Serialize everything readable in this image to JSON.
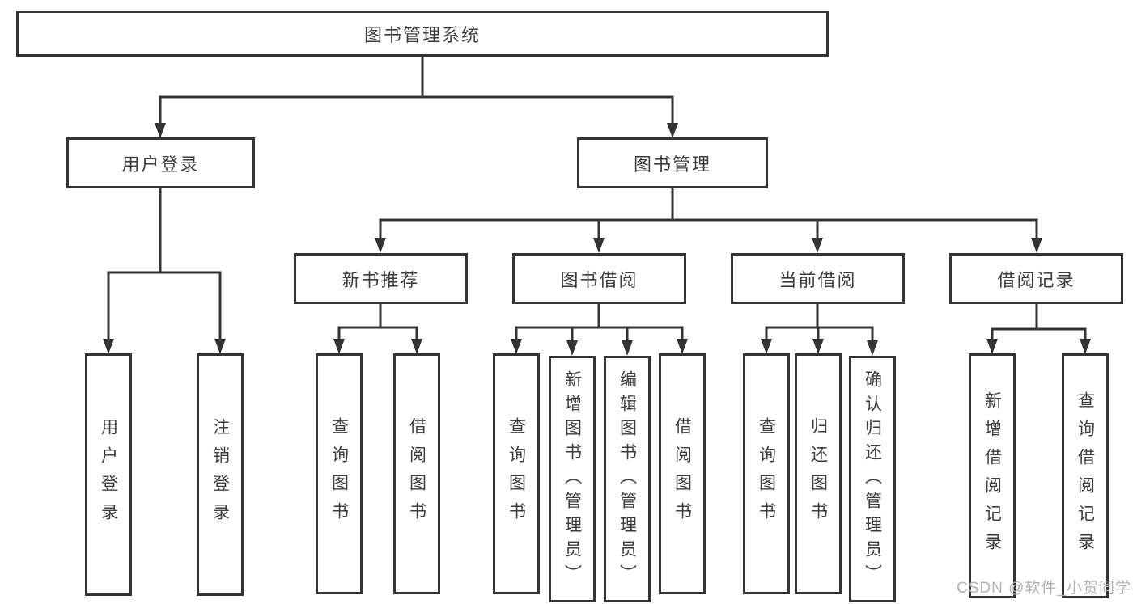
{
  "diagram": {
    "type": "hierarchy",
    "title": "图书管理系统",
    "branches": [
      {
        "label": "用户登录",
        "children": [
          {
            "label": "用户登录"
          },
          {
            "label": "注销登录"
          }
        ]
      },
      {
        "label": "图书管理",
        "sections": [
          {
            "label": "新书推荐",
            "children": [
              {
                "label": "查询图书"
              },
              {
                "label": "借阅图书"
              }
            ]
          },
          {
            "label": "图书借阅",
            "children": [
              {
                "label": "查询图书"
              },
              {
                "label": "新增图书（管理员）"
              },
              {
                "label": "编辑图书（管理员）"
              },
              {
                "label": "借阅图书"
              }
            ]
          },
          {
            "label": "当前借阅",
            "children": [
              {
                "label": "查询图书"
              },
              {
                "label": "归还图书"
              },
              {
                "label": "确认归还（管理员）"
              }
            ]
          },
          {
            "label": "借阅记录",
            "children": [
              {
                "label": "新增借阅记录"
              },
              {
                "label": "查询借阅记录"
              }
            ]
          }
        ]
      }
    ]
  },
  "watermark": {
    "text": "CSDN @软件_小贺同学",
    "color": "#b3b3b3"
  },
  "colors": {
    "line": "#333333",
    "text": "#3d3d3d",
    "background": "#ffffff"
  }
}
